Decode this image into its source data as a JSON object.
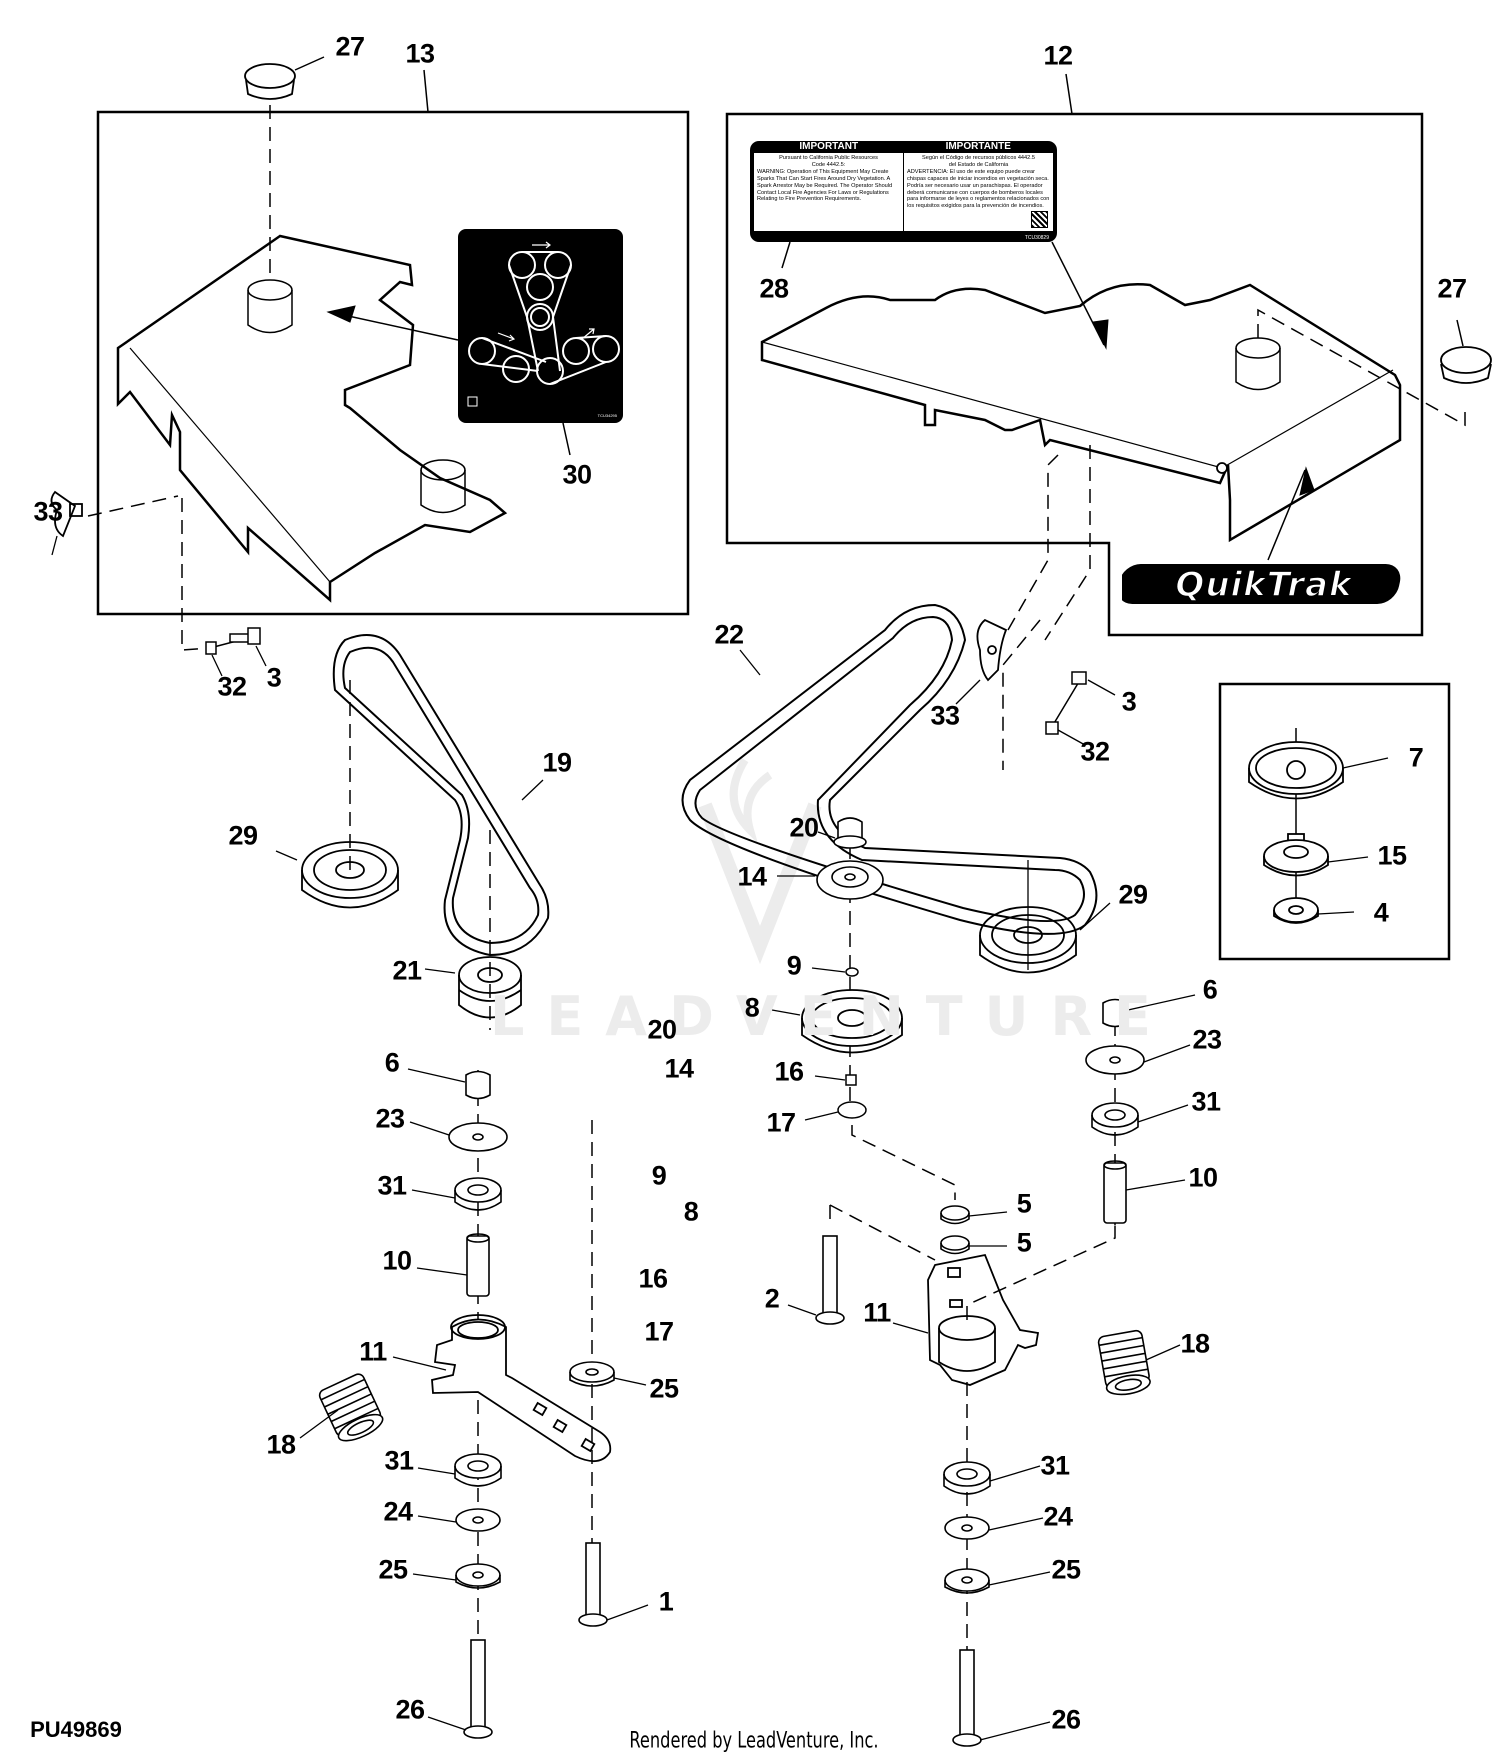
{
  "figure": {
    "id": "PU49869",
    "footer": "Rendered by LeadVenture, Inc.",
    "watermark": "LEADVENTURE"
  },
  "assembly": {
    "description": "Mower deck belt shields, belts, idler pulleys and idler arms (exploded view)",
    "groups": [
      {
        "name": "left-shield-box",
        "callouts": [
          "13"
        ]
      },
      {
        "name": "right-shield-box",
        "callouts": [
          "12"
        ]
      },
      {
        "name": "alternate-pulley-box",
        "callouts": [
          "7",
          "15",
          "4"
        ]
      }
    ]
  },
  "callouts": [
    {
      "id": "c27a",
      "label": "27",
      "part": "plug cap"
    },
    {
      "id": "c13",
      "label": "13",
      "part": "left belt shield"
    },
    {
      "id": "c33a",
      "label": "33",
      "part": "wing knob"
    },
    {
      "id": "c30",
      "label": "30",
      "part": "belt routing decal"
    },
    {
      "id": "c12",
      "label": "12",
      "part": "right belt shield"
    },
    {
      "id": "c28",
      "label": "28",
      "part": "spark warning label"
    },
    {
      "id": "c27b",
      "label": "27",
      "part": "plug cap"
    },
    {
      "id": "c32a",
      "label": "32",
      "part": "nut"
    },
    {
      "id": "c3a",
      "label": "3",
      "part": "cap screw"
    },
    {
      "id": "c22",
      "label": "22",
      "part": "drive belt"
    },
    {
      "id": "c33b",
      "label": "33",
      "part": "wing knob"
    },
    {
      "id": "c3b",
      "label": "3",
      "part": "cap screw"
    },
    {
      "id": "c32b",
      "label": "32",
      "part": "nut"
    },
    {
      "id": "c7",
      "label": "7",
      "part": "idler pulley"
    },
    {
      "id": "c15",
      "label": "15",
      "part": "bushing"
    },
    {
      "id": "c4",
      "label": "4",
      "part": "washer"
    },
    {
      "id": "c19",
      "label": "19",
      "part": "drive belt"
    },
    {
      "id": "c29a",
      "label": "29",
      "part": "spindle sheave"
    },
    {
      "id": "c20a",
      "label": "20",
      "part": "flange nut"
    },
    {
      "id": "c14a",
      "label": "14",
      "part": "dust shield"
    },
    {
      "id": "c29b",
      "label": "29",
      "part": "spindle sheave"
    },
    {
      "id": "c21",
      "label": "21",
      "part": "double sheave"
    },
    {
      "id": "c9a",
      "label": "9",
      "part": "retainer"
    },
    {
      "id": "c8a",
      "label": "8",
      "part": "idler pulley"
    },
    {
      "id": "c6b",
      "label": "6",
      "part": "lock nut"
    },
    {
      "id": "c23b",
      "label": "23",
      "part": "washer"
    },
    {
      "id": "c20b",
      "label": "20",
      "part": "flange nut"
    },
    {
      "id": "c14b",
      "label": "14",
      "part": "dust shield"
    },
    {
      "id": "c6a",
      "label": "6",
      "part": "lock nut"
    },
    {
      "id": "c16a",
      "label": "16",
      "part": "spacer"
    },
    {
      "id": "c23a",
      "label": "23",
      "part": "washer"
    },
    {
      "id": "c31b",
      "label": "31",
      "part": "bushing"
    },
    {
      "id": "c17a",
      "label": "17",
      "part": "washer"
    },
    {
      "id": "c9b",
      "label": "9",
      "part": "retainer"
    },
    {
      "id": "c31a",
      "label": "31",
      "part": "bushing"
    },
    {
      "id": "c8b",
      "label": "8",
      "part": "idler pulley"
    },
    {
      "id": "c10b",
      "label": "10",
      "part": "spacer tube"
    },
    {
      "id": "c5a",
      "label": "5",
      "part": "washer"
    },
    {
      "id": "c5b",
      "label": "5",
      "part": "washer"
    },
    {
      "id": "c10a",
      "label": "10",
      "part": "spacer tube"
    },
    {
      "id": "c16b",
      "label": "16",
      "part": "spacer"
    },
    {
      "id": "c2",
      "label": "2",
      "part": "bolt"
    },
    {
      "id": "c11b",
      "label": "11",
      "part": "idler arm"
    },
    {
      "id": "c17b",
      "label": "17",
      "part": "washer"
    },
    {
      "id": "c18b",
      "label": "18",
      "part": "spring"
    },
    {
      "id": "c11a",
      "label": "11",
      "part": "idler arm"
    },
    {
      "id": "c25a",
      "label": "25",
      "part": "washer"
    },
    {
      "id": "c18a",
      "label": "18",
      "part": "spring"
    },
    {
      "id": "c31c",
      "label": "31",
      "part": "bushing"
    },
    {
      "id": "c31d",
      "label": "31",
      "part": "bushing"
    },
    {
      "id": "c24a",
      "label": "24",
      "part": "washer"
    },
    {
      "id": "c24b",
      "label": "24",
      "part": "washer"
    },
    {
      "id": "c25b",
      "label": "25",
      "part": "washer"
    },
    {
      "id": "c25c",
      "label": "25",
      "part": "washer"
    },
    {
      "id": "c1",
      "label": "1",
      "part": "bolt"
    },
    {
      "id": "c26a",
      "label": "26",
      "part": "bolt"
    },
    {
      "id": "c26b",
      "label": "26",
      "part": "bolt"
    }
  ],
  "label_28": {
    "header_en": "IMPORTANT",
    "header_es": "IMPORTANTE",
    "en_intro_1": "Pursuant to California Public Resources",
    "en_intro_2": "Code 4442.5:",
    "en_body": "WARNING: Operation of This Equipment May Create Sparks That Can Start Fires Around Dry Vegetation. A Spark Arrestor May be Required. The Operator Should Contact Local Fire Agencies For Laws or Regulations Relating to Fire Prevention Requirements.",
    "es_intro_1": "Según el Código de recursos públicos 4442.5",
    "es_intro_2": "del Estado de California",
    "es_body": "ADVERTENCIA: El uso de este equipo puede crear chispas capaces de iniciar incendios en vegetación seca. Podría ser necesario usar un parachispas. El operador deberá comunicarse con cuerpos de bomberos locales para informarse de leyes o reglamentos relacionados con los requisitos exigidos para la prevención de incendios.",
    "code": "TCU30829"
  },
  "decal_30": {
    "code": "TCU34295"
  },
  "logo": {
    "text": "QuikTrak"
  }
}
